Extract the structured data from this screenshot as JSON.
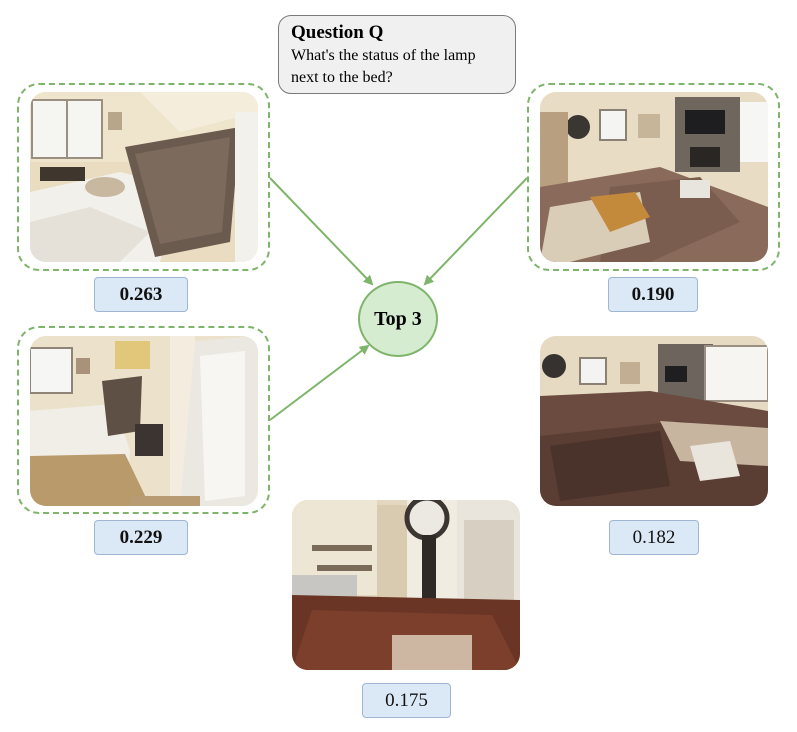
{
  "question": {
    "title": "Question Q",
    "text_line1": "What's the status of the lamp",
    "text_line2": "next to the bed?"
  },
  "center_label": "Top 3",
  "images": [
    {
      "scene": "bedroom-bed-closeup-photo",
      "score": "0.263",
      "selected": true
    },
    {
      "scene": "living-room-fireplace-photo",
      "score": "0.190",
      "selected": true
    },
    {
      "scene": "bedroom-doorway-photo",
      "score": "0.229",
      "selected": true
    },
    {
      "scene": "living-room-sofa-photo",
      "score": "0.182",
      "selected": false
    },
    {
      "scene": "hallway-clock-photo",
      "score": "0.175",
      "selected": false
    }
  ],
  "colors": {
    "arrow_green": "#7fb56b",
    "circle_fill": "#d5ecd0",
    "score_fill": "#dbe8f6",
    "question_fill": "#f0f0f0"
  }
}
